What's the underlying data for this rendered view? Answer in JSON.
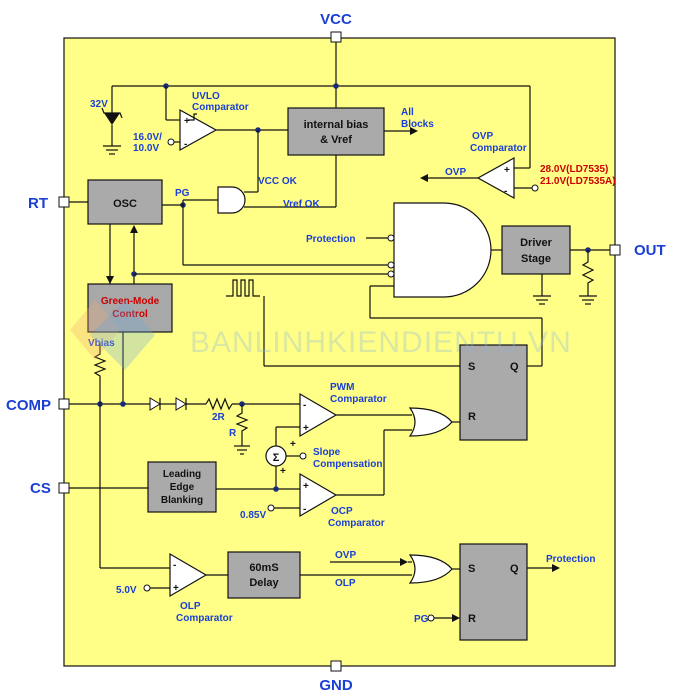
{
  "pins": {
    "vcc": "VCC",
    "rt": "RT",
    "comp": "COMP",
    "cs": "CS",
    "gnd": "GND",
    "out": "OUT"
  },
  "blocks": {
    "internal_bias_line1": "internal bias",
    "internal_bias_line2": "& Vref",
    "osc": "OSC",
    "driver_line1": "Driver",
    "driver_line2": "Stage",
    "green_mode_line1": "Green-Mode",
    "green_mode_line2": "Control",
    "leb_line1": "Leading",
    "leb_line2": "Edge",
    "leb_line3": "Blanking",
    "delay_line1": "60mS",
    "delay_line2": "Delay",
    "sr1_s": "S",
    "sr1_q": "Q",
    "sr1_r": "R",
    "sr2_s": "S",
    "sr2_q": "Q",
    "sr2_r": "R"
  },
  "labels": {
    "zener": "32V",
    "uvlo_line1": "UVLO",
    "uvlo_line2": "Comparator",
    "uvlo_th1": "16.0V/",
    "uvlo_th2": "10.0V",
    "all_blocks_line1": "All",
    "all_blocks_line2": "Blocks",
    "ovp_comp_line1": "OVP",
    "ovp_comp_line2": "Comparator",
    "ovp_th1": "28.0V(LD7535)",
    "ovp_th2": "21.0V(LD7535A)",
    "ovp_out": "OVP",
    "pg": "PG",
    "vcc_ok": "VCC OK",
    "vref_ok": "Vref OK",
    "protection_in": "Protection",
    "vbias": "Vbias",
    "res_2r": "2R",
    "res_r": "R",
    "pwm_line1": "PWM",
    "pwm_line2": "Comparator",
    "slope_line1": "Slope",
    "slope_line2": "Compensation",
    "ocp_ref": "0.85V",
    "ocp_line1": "OCP",
    "ocp_line2": "Comparator",
    "olp_ref": "5.0V",
    "olp_line1": "OLP",
    "olp_line2": "Comparator",
    "ovp_in": "OVP",
    "olp_in": "OLP",
    "protection_out": "Protection",
    "pg_in": "PG",
    "sigma": "Σ",
    "plus": "+",
    "minus": "-"
  },
  "watermark": "BANLINHKIENDIENTU.VN",
  "colors": {
    "chip_fill": "#ffff88",
    "block_fill": "#aaaaaa",
    "green_mode_fill": "#a8a8a8",
    "label_blue": "#1a3fd6",
    "pin_blue": "#1a3fd6",
    "red_text": "#cc0000"
  }
}
